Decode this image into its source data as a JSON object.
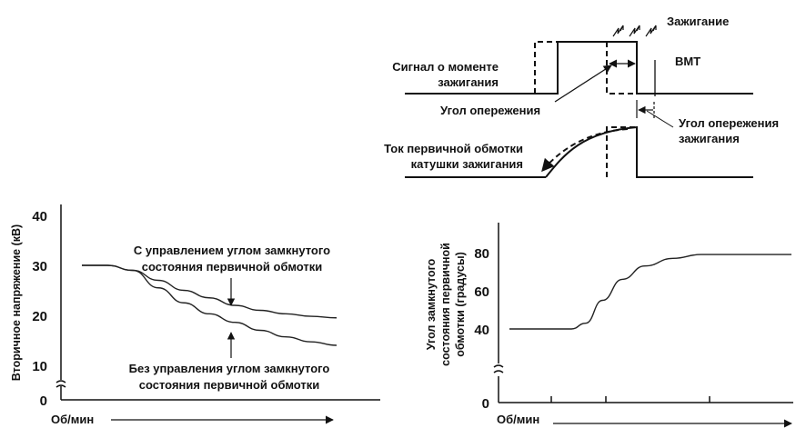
{
  "timing": {
    "ignition": "Зажигание",
    "signal_l1": "Сигнал о моменте",
    "signal_l2": "зажигания",
    "bmt": "ВМТ",
    "advance_angle": "Угол опережения",
    "ign_adv_l1": "Угол опережения",
    "ign_adv_l2": "зажигания",
    "current_l1": "Ток первичной обмотки",
    "current_l2": "катушки зажигания"
  },
  "chart_data": [
    {
      "type": "line",
      "ylabel": "Вторичное напряжение (кВ)",
      "xlabel": "Об/мин",
      "yticks": [
        "40",
        "30",
        "20",
        "10",
        "0"
      ],
      "ytick_values": [
        40,
        30,
        20,
        10,
        0
      ],
      "ylim": [
        0,
        40
      ],
      "axis_break": true,
      "series": [
        {
          "name_l1": "С управлением углом замкнутого",
          "name_l2": "состояния первичной обмотки",
          "x": [
            0,
            0.1,
            0.2,
            0.3,
            0.4,
            0.5,
            0.6,
            0.7,
            0.8,
            0.9,
            1.0
          ],
          "y": [
            30,
            30,
            29,
            27,
            25,
            23.5,
            22,
            21,
            20.3,
            19.8,
            19.5
          ]
        },
        {
          "name_l1": "Без управления углом замкнутого",
          "name_l2": "состояния первичной обмотки",
          "x": [
            0,
            0.1,
            0.2,
            0.3,
            0.4,
            0.5,
            0.6,
            0.7,
            0.8,
            0.9,
            1.0
          ],
          "y": [
            30,
            30,
            29,
            25.5,
            22.5,
            20.3,
            18.6,
            17,
            15.7,
            14.7,
            14
          ]
        }
      ]
    },
    {
      "type": "line",
      "ylabel_l1": "Угол замкнутого",
      "ylabel_l2": "состояния первичной",
      "ylabel_l3": "обмотки (градусы)",
      "xlabel": "Об/мин",
      "yticks": [
        "80",
        "60",
        "40",
        "0"
      ],
      "ytick_values": [
        80,
        60,
        40,
        0
      ],
      "axis_break": true,
      "series": [
        {
          "x": [
            0,
            0.22,
            0.27,
            0.33,
            0.4,
            0.48,
            0.58,
            0.68,
            0.8,
            1.0
          ],
          "y": [
            40,
            40,
            43,
            55,
            66,
            73,
            77,
            79,
            79,
            79
          ]
        }
      ]
    }
  ]
}
